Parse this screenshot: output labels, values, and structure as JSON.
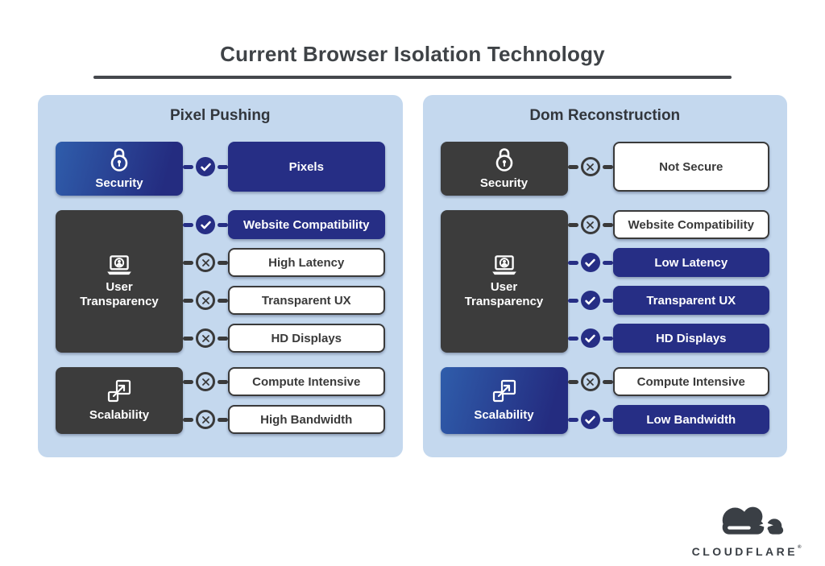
{
  "title": "Current Browser Isolation Technology",
  "colors": {
    "panel_background": "#c4d8ee",
    "indigo_accent": "#262e85",
    "highlight_gradient_start": "#2f5dab",
    "highlight_gradient_end": "#242c80",
    "charcoal": "#3c3c3c",
    "title_text": "#3f4347"
  },
  "panels": [
    {
      "title": "Pixel Pushing",
      "groups": [
        {
          "category": {
            "label": "Security",
            "icon": "lock-icon",
            "variant": "highlight"
          },
          "items": [
            {
              "label": "Pixels",
              "variant": "blue",
              "mark": "check"
            }
          ]
        },
        {
          "category": {
            "label": "User Transparency",
            "icon": "user-laptop-icon",
            "variant": "dark"
          },
          "items": [
            {
              "label": "Website Compatibility",
              "variant": "blue",
              "mark": "check"
            },
            {
              "label": "High Latency",
              "variant": "white",
              "mark": "cross"
            },
            {
              "label": "Transparent UX",
              "variant": "white",
              "mark": "cross"
            },
            {
              "label": "HD Displays",
              "variant": "white",
              "mark": "cross"
            }
          ]
        },
        {
          "category": {
            "label": "Scalability",
            "icon": "scale-icon",
            "variant": "dark"
          },
          "items": [
            {
              "label": "Compute Intensive",
              "variant": "white",
              "mark": "cross"
            },
            {
              "label": "High Bandwidth",
              "variant": "white",
              "mark": "cross"
            }
          ]
        }
      ]
    },
    {
      "title": "Dom Reconstruction",
      "groups": [
        {
          "category": {
            "label": "Security",
            "icon": "lock-icon",
            "variant": "dark"
          },
          "items": [
            {
              "label": "Not Secure",
              "variant": "white",
              "mark": "cross"
            }
          ]
        },
        {
          "category": {
            "label": "User Transparency",
            "icon": "user-laptop-icon",
            "variant": "dark"
          },
          "items": [
            {
              "label": "Website Compatibility",
              "variant": "white",
              "mark": "cross"
            },
            {
              "label": "Low Latency",
              "variant": "blue",
              "mark": "check"
            },
            {
              "label": "Transparent UX",
              "variant": "blue",
              "mark": "check"
            },
            {
              "label": "HD Displays",
              "variant": "blue",
              "mark": "check"
            }
          ]
        },
        {
          "category": {
            "label": "Scalability",
            "icon": "scale-icon",
            "variant": "highlight"
          },
          "items": [
            {
              "label": "Compute Intensive",
              "variant": "white",
              "mark": "cross"
            },
            {
              "label": "Low Bandwidth",
              "variant": "blue",
              "mark": "check"
            }
          ]
        }
      ]
    }
  ],
  "logo": {
    "label": "CLOUDFLARE",
    "reg": "®"
  }
}
